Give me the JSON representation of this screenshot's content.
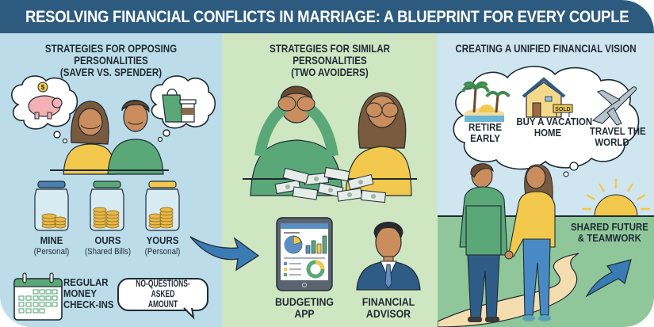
{
  "header": {
    "title": "RESOLVING FINANCIAL CONFLICTS IN MARRIAGE: A BLUEPRINT FOR EVERY COUPLE"
  },
  "colors": {
    "header_bg": "#2d5b7f",
    "panel_opposing_bg": "#bcdcea",
    "panel_similar_bg": "#cfe6c2",
    "panel_vision_bg": "#cfe6f0",
    "accent_arrow": "#3b7bb5",
    "green_shirt": "#5aa878",
    "yellow_shirt": "#f2c94c"
  },
  "panels": [
    {
      "title_line1": "STRATEGIES FOR OPPOSING PERSONALITIES",
      "title_line2": "(SAVER VS. SPENDER)",
      "thoughts": {
        "left": "piggy-bank-icon",
        "right": "shopping-bag-coffee-icon"
      },
      "jars": [
        {
          "label": "MINE",
          "sub": "(Personal)",
          "lid_color": "#4a7fb0"
        },
        {
          "label": "OURS",
          "sub": "(Shared Bills)",
          "lid_color": "#5aa878"
        },
        {
          "label": "YOURS",
          "sub": "(Personal)",
          "lid_color": "#f2c94c"
        }
      ],
      "checkins": {
        "line1": "REGULAR",
        "line2": "MONEY",
        "line3": "CHECK-INS"
      },
      "speech": {
        "line1": "NO-QUESTIONS-ASKED",
        "line2": "AMOUNT"
      }
    },
    {
      "title_line1": "STRATEGIES FOR SIMILAR PERSONALITIES",
      "title_line2": "(TWO AVOIDERS)",
      "tools": [
        {
          "line1": "BUDGETING",
          "line2": "APP"
        },
        {
          "line1": "FINANCIAL",
          "line2": "ADVISOR"
        }
      ]
    },
    {
      "title": "CREATING A UNIFIED FINANCIAL VISION",
      "goals": [
        {
          "line1": "RETIRE",
          "line2": "EARLY",
          "icon": "palm-beach-icon"
        },
        {
          "line1": "BUY A VACATION",
          "line2": "HOME",
          "icon": "house-sold-icon",
          "sign": "SOLD"
        },
        {
          "line1": "TRAVEL THE",
          "line2": "WORLD",
          "icon": "airplane-icon"
        }
      ],
      "future": {
        "line1": "SHARED FUTURE",
        "line2": "& TEAMWORK"
      }
    }
  ]
}
